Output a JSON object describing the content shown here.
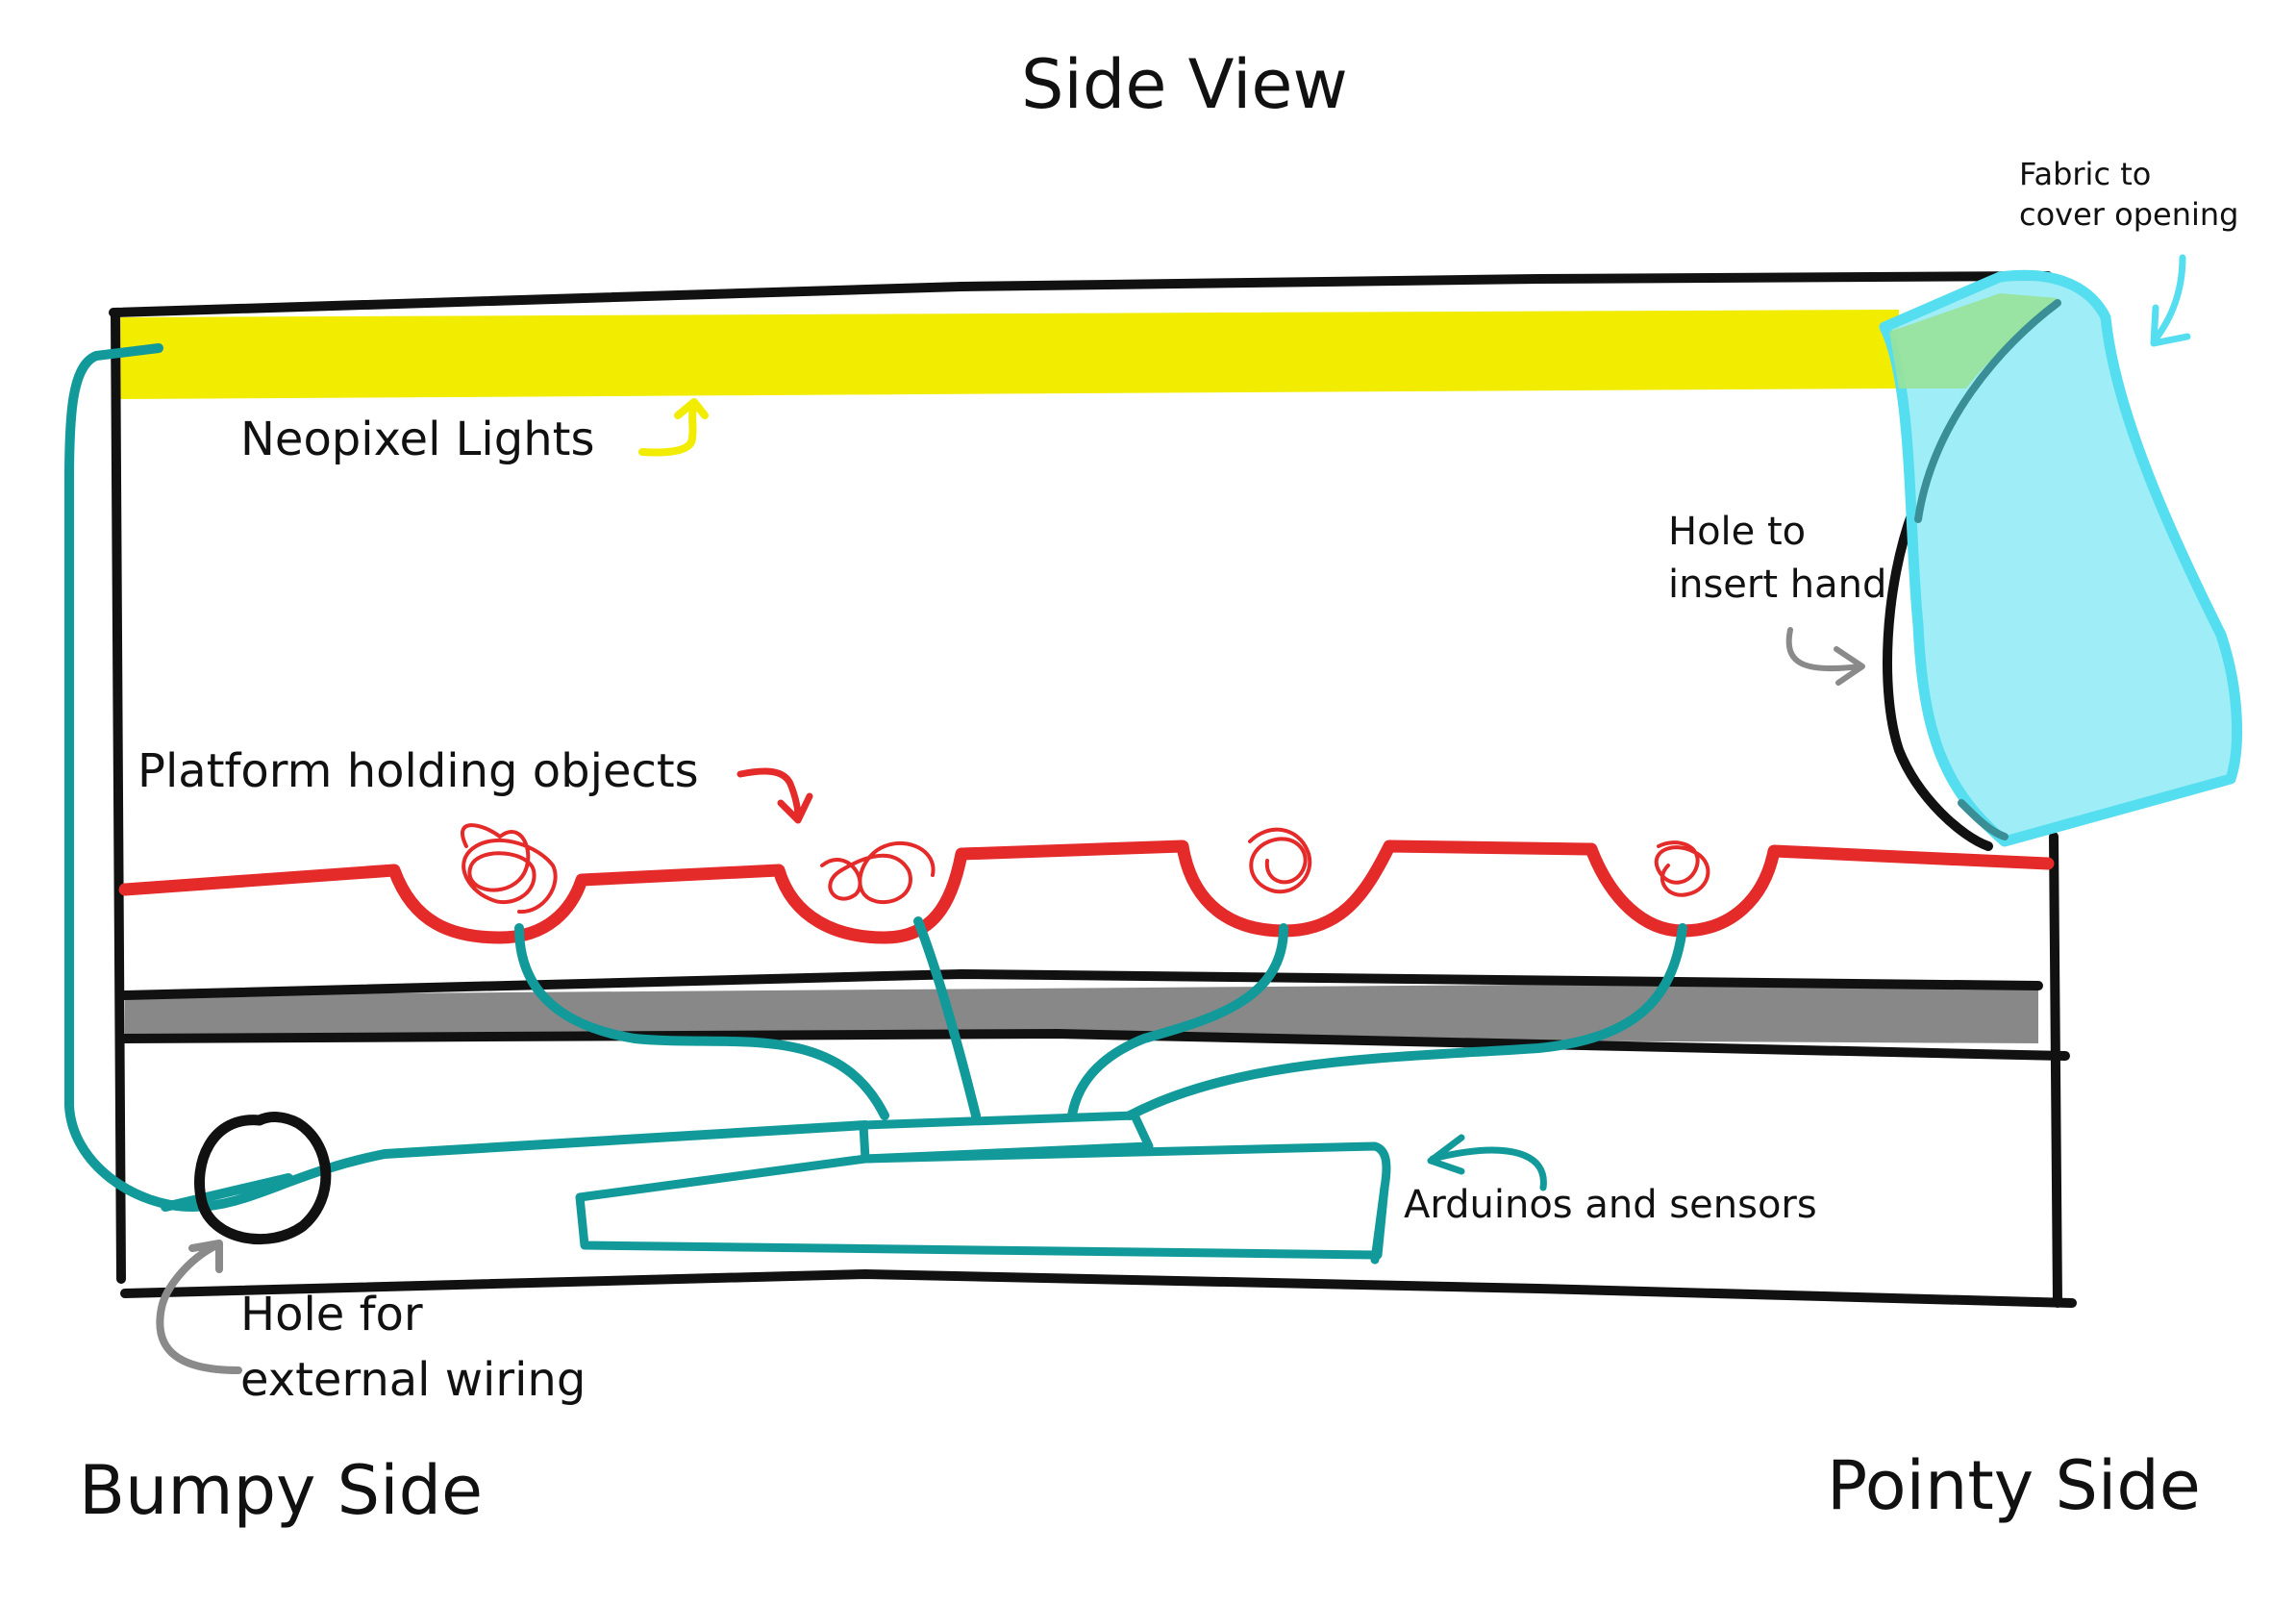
{
  "diagram": {
    "title": "Side View",
    "left_side_label": "Bumpy Side",
    "right_side_label": "Pointy Side",
    "annotations": {
      "neopixel": "Neopixel Lights",
      "fabric_line1": "Fabric to",
      "fabric_line2": "cover opening",
      "hole_hand_line1": "Hole to",
      "hole_hand_line2": "insert hand",
      "platform": "Platform holding objects",
      "arduinos": "Arduinos and sensors",
      "hole_wiring_line1": "Hole for",
      "hole_wiring_line2": "external wiring"
    },
    "colors": {
      "outline": "#111111",
      "lights": "#f2ec00",
      "fabric_fill": "#8eeaf4",
      "fabric_stroke": "#55def0",
      "platform": "#e52a2a",
      "wiring": "#12999a",
      "shelf": "#888888",
      "pointer": "#8a8a8a"
    }
  }
}
